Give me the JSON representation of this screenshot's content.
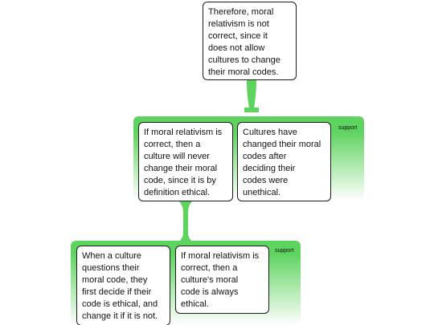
{
  "colors": {
    "accent": "#5fd35f",
    "accent_fade": "#ffffff",
    "node_border": "#1a1a1a",
    "text": "#111111"
  },
  "nodes": {
    "conclusion": "Therefore, moral\nrelativism is not\ncorrect, since it\ndoes not allow\ncultures to change\ntheir moral codes.",
    "premise_1": "If moral relativism is\ncorrect, then a\nculture will never\nchange their moral\ncode, since it is by\ndefinition ethical.",
    "premise_2": "Cultures have\nchanged their moral\ncodes after\ndeciding their\ncodes were\nunethical.",
    "sub_premise_1": "When a culture\nquestions their\nmoral code, they\nfirst decide if their\ncode is ethical, and\nchange it if it is not.",
    "sub_premise_2": "If moral relativism is\ncorrect, then a\nculture's moral\ncode is always\nethical."
  },
  "labels": {
    "support_upper": "support",
    "support_lower": "support"
  }
}
